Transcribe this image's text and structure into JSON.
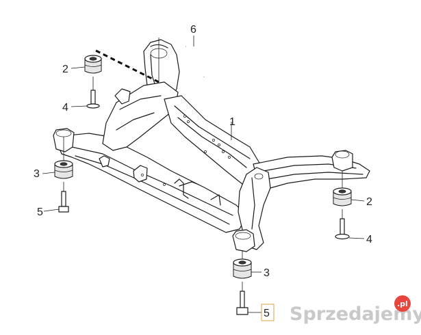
{
  "diagram": {
    "parts": [
      {
        "id": "1",
        "part": "subframe"
      },
      {
        "id": "2",
        "part": "bushing"
      },
      {
        "id": "3",
        "part": "bushing"
      },
      {
        "id": "4",
        "part": "bolt"
      },
      {
        "id": "5",
        "part": "bolt"
      },
      {
        "id": "6",
        "part": "pipe"
      }
    ],
    "callouts": {
      "label_1": "1",
      "label_2_left": "2",
      "label_2_right": "2",
      "label_3_left": "3",
      "label_3_bottom": "3",
      "label_4_left": "4",
      "label_4_right": "4",
      "label_5_left": "5",
      "label_5_bottom": "5",
      "label_6": "6"
    }
  },
  "watermark": {
    "text": "Sprzedajemy",
    "badge": ".pl",
    "badge_color": "#e8453c",
    "text_color": "#c9c9c9"
  }
}
